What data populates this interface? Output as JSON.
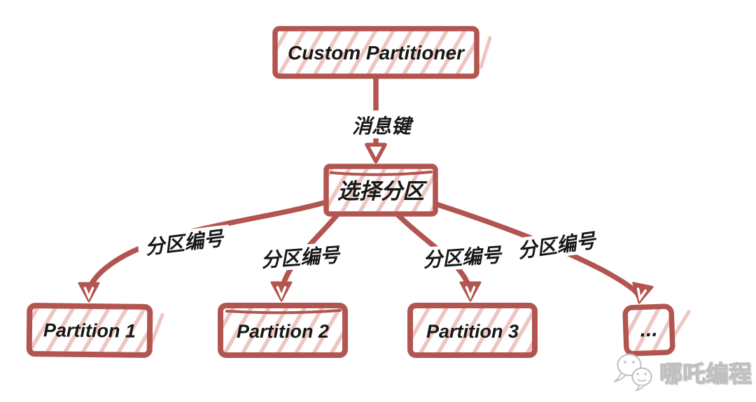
{
  "page": {
    "kind": "hand-drawn flowchart about Kafka custom partitioning",
    "background": "#ffffff"
  },
  "diagram": {
    "nodes": [
      {
        "id": "custom-partitioner",
        "label": "Custom Partitioner"
      },
      {
        "id": "select-partition",
        "label": "选择分区"
      },
      {
        "id": "partition-1",
        "label": "Partition 1"
      },
      {
        "id": "partition-2",
        "label": "Partition 2"
      },
      {
        "id": "partition-3",
        "label": "Partition 3"
      },
      {
        "id": "partition-more",
        "label": "..."
      }
    ],
    "edges": [
      {
        "from": "custom-partitioner",
        "to": "select-partition",
        "label": "消息键"
      },
      {
        "from": "select-partition",
        "to": "partition-1",
        "label": "分区编号"
      },
      {
        "from": "select-partition",
        "to": "partition-2",
        "label": "分区编号"
      },
      {
        "from": "select-partition",
        "to": "partition-3",
        "label": "分区编号"
      },
      {
        "from": "select-partition",
        "to": "partition-more",
        "label": "分区编号"
      }
    ],
    "colors": {
      "ink": "#b25550",
      "hatch": "#eec6c1",
      "text": "#171717",
      "watermark_gray": "#c3c3c3"
    }
  },
  "watermark": {
    "icon": "wechat-chat-bubbles-icon",
    "text": "哪吒编程"
  }
}
